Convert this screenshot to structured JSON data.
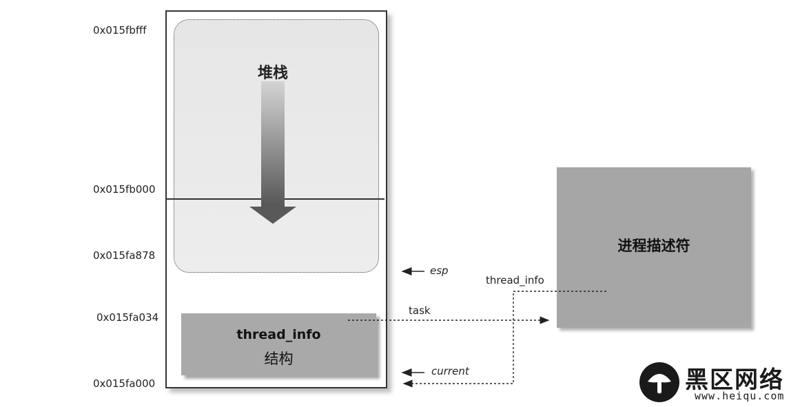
{
  "addresses": {
    "top": "0x015fbfff",
    "mid": "0x015fb000",
    "esp_addr": "0x015fa878",
    "task_addr": "0x015fa034",
    "bottom": "0x015fa000"
  },
  "stack": {
    "label": "堆栈"
  },
  "thread_info_box": {
    "title": "thread_info",
    "subtitle": "结构"
  },
  "process_descriptor": {
    "label": "进程描述符"
  },
  "pointers": {
    "esp": "esp",
    "current": "current",
    "task": "task",
    "thread_info": "thread_info"
  },
  "watermark": {
    "name": "黑区网络",
    "url": "www.heiqu.com"
  },
  "colors": {
    "box_gray": "#a9a9a9",
    "stack_region": "#e8e8e8",
    "arrow_top": "#cfcfcf",
    "arrow_bottom": "#555555"
  }
}
